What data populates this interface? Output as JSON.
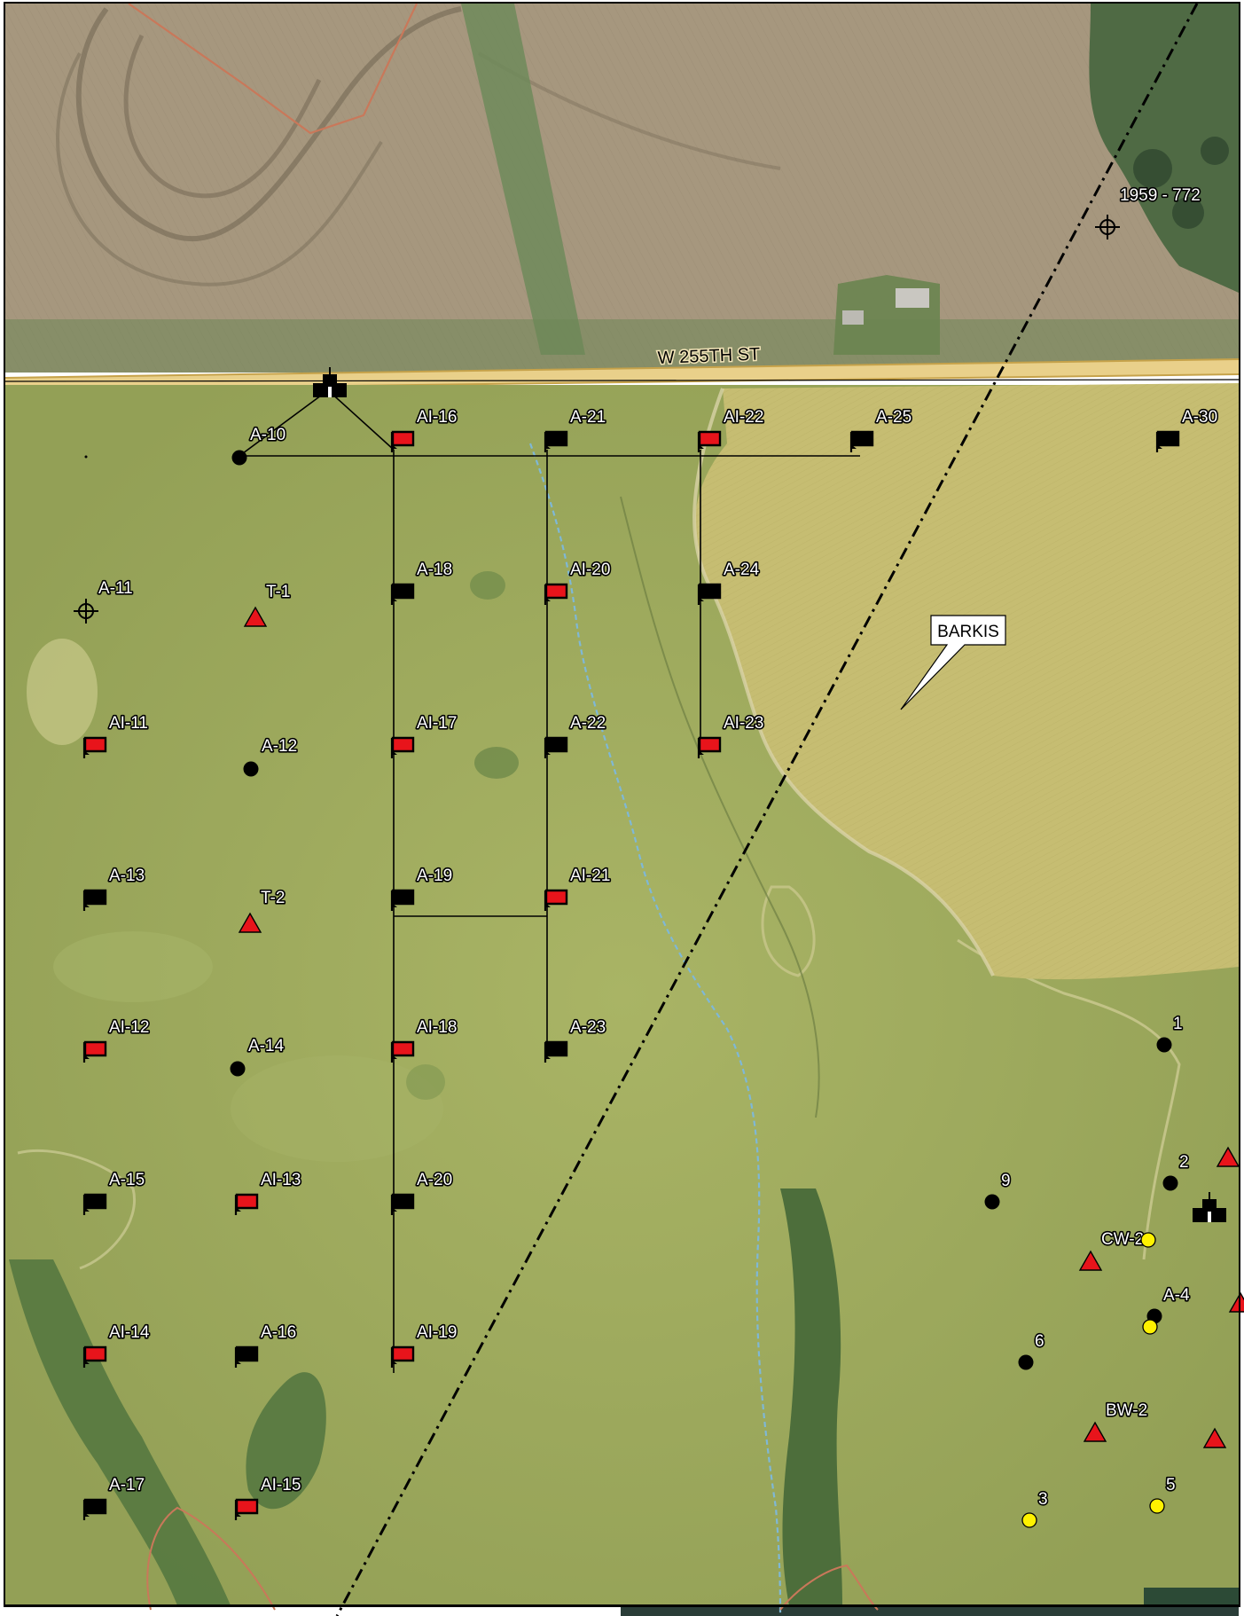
{
  "map": {
    "road_label": "W 255TH ST",
    "parcel_label": "BARKIS",
    "colors": {
      "field_brown": "#a8987f",
      "pasture_green": "#9eaa5c",
      "crop_yellow": "#c4bc72",
      "road": "#e9d08a",
      "creek": "#7fb8d6",
      "red_flag": "#e8141b",
      "yellow_point": "#fff200",
      "parcel_line": "#c9785a"
    },
    "icon_names": {
      "flag": "flag-marker-icon",
      "point": "point-marker-icon",
      "triangle": "triangle-marker-icon",
      "crosshair": "crosshair-marker-icon",
      "facility": "facility-building-icon"
    },
    "features": [
      {
        "label": "1959 - 772",
        "icon": "crosshair"
      },
      {
        "label": "A-10",
        "icon": "point"
      },
      {
        "label": "AI-16",
        "icon": "flag-red"
      },
      {
        "label": "A-21",
        "icon": "flag-black"
      },
      {
        "label": "AI-22",
        "icon": "flag-red"
      },
      {
        "label": "A-25",
        "icon": "flag-black"
      },
      {
        "label": "A-30",
        "icon": "flag-black"
      },
      {
        "label": "A-11",
        "icon": "crosshair"
      },
      {
        "label": "T-1",
        "icon": "triangle"
      },
      {
        "label": "A-18",
        "icon": "flag-black"
      },
      {
        "label": "AI-20",
        "icon": "flag-red"
      },
      {
        "label": "A-24",
        "icon": "flag-black"
      },
      {
        "label": "AI-11",
        "icon": "flag-red"
      },
      {
        "label": "A-12",
        "icon": "point"
      },
      {
        "label": "AI-17",
        "icon": "flag-red"
      },
      {
        "label": "A-22",
        "icon": "flag-black"
      },
      {
        "label": "AI-23",
        "icon": "flag-red"
      },
      {
        "label": "A-13",
        "icon": "flag-black"
      },
      {
        "label": "T-2",
        "icon": "triangle"
      },
      {
        "label": "A-19",
        "icon": "flag-black"
      },
      {
        "label": "AI-21",
        "icon": "flag-red"
      },
      {
        "label": "AI-12",
        "icon": "flag-red"
      },
      {
        "label": "A-14",
        "icon": "point"
      },
      {
        "label": "AI-18",
        "icon": "flag-red"
      },
      {
        "label": "A-23",
        "icon": "flag-black"
      },
      {
        "label": "A-15",
        "icon": "flag-black"
      },
      {
        "label": "AI-13",
        "icon": "flag-red"
      },
      {
        "label": "A-20",
        "icon": "flag-black"
      },
      {
        "label": "AI-14",
        "icon": "flag-red"
      },
      {
        "label": "A-16",
        "icon": "flag-black"
      },
      {
        "label": "AI-19",
        "icon": "flag-red"
      },
      {
        "label": "A-17",
        "icon": "flag-black"
      },
      {
        "label": "AI-15",
        "icon": "flag-red"
      },
      {
        "label": "1",
        "icon": "point"
      },
      {
        "label": "2",
        "icon": "point"
      },
      {
        "label": "9",
        "icon": "point"
      },
      {
        "label": "CW-2",
        "icon": "triangle"
      },
      {
        "label": "A-4",
        "icon": "point"
      },
      {
        "label": "6",
        "icon": "point"
      },
      {
        "label": "BW-2",
        "icon": "triangle"
      },
      {
        "label": "3",
        "icon": "point-yellow"
      },
      {
        "label": "5",
        "icon": "point-yellow"
      }
    ]
  }
}
